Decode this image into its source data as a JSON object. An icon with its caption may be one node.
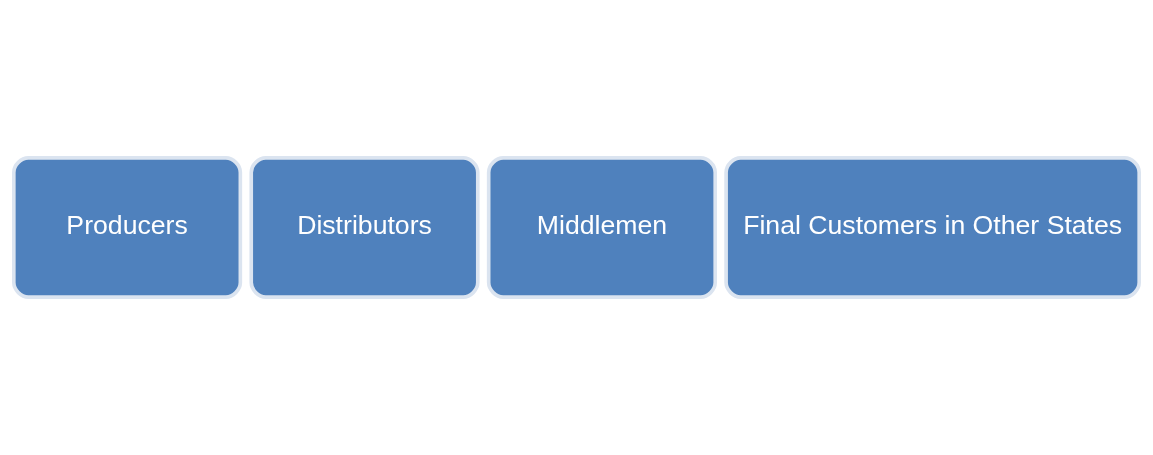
{
  "diagram": {
    "nodes": [
      {
        "text": [
          "Producers"
        ]
      },
      {
        "text": [
          "Distributors"
        ]
      },
      {
        "text": [
          "Middlemen"
        ]
      },
      {
        "text": [
          "Final Customers in Other States"
        ]
      }
    ]
  }
}
